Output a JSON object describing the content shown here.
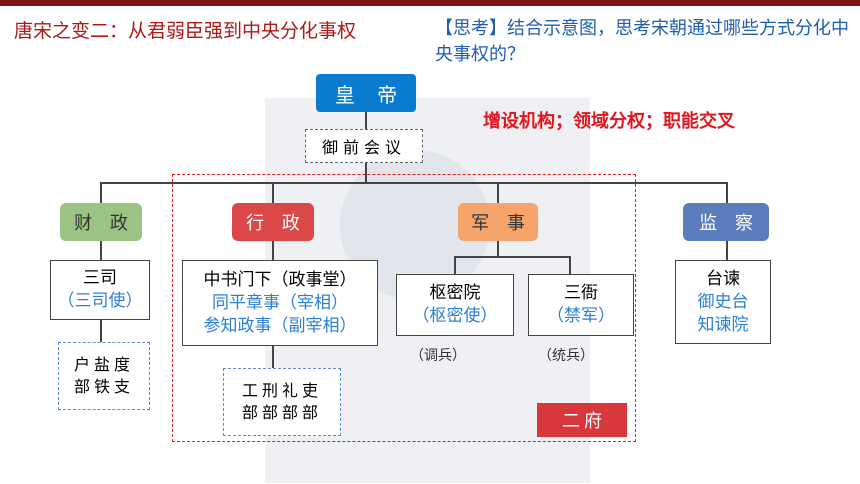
{
  "title": "唐宋之变二：从君弱臣强到中央分化事权",
  "question": "【思考】结合示意图，思考宋朝通过哪些方式分化中央事权的？",
  "answer": "增设机构；领域分权；职能交叉",
  "emperor": "皇 帝",
  "council": "御前会议",
  "departments": {
    "finance": "财 政",
    "admin": "行 政",
    "military": "军 事",
    "supervise": "监 察"
  },
  "orgs": {
    "sansan": {
      "line1": "三司",
      "line2": "（三司使）"
    },
    "zhongshu": {
      "line1": "中书门下（政事堂）",
      "line2": "同平章事（宰相）",
      "line3": "参知政事（副宰相）"
    },
    "shumi": {
      "line1": "枢密院",
      "line2": "（枢密使）"
    },
    "sanya": {
      "line1": "三衙",
      "line2": "（禁军）"
    },
    "taijian": {
      "line1": "台谏",
      "line2": "御史台",
      "line3": "知谏院"
    }
  },
  "sub_orgs": {
    "hubu": {
      "line1": "户盐度",
      "line2": "部铁支"
    },
    "gongbu": {
      "line1": "工刑礼吏",
      "line2": "部部部部"
    }
  },
  "notes": {
    "diaobing": "（调兵）",
    "tongbing": "（统兵）"
  },
  "erfu": "二府",
  "colors": {
    "title": "#b01818",
    "question": "#1f5fb0",
    "answer": "#e0161e",
    "emperor": "#0b7bd0",
    "finance": "#9bc484",
    "admin": "#da4848",
    "military": "#f5a56b",
    "supervise": "#5b7cbd",
    "erfu": "#d8383c"
  }
}
